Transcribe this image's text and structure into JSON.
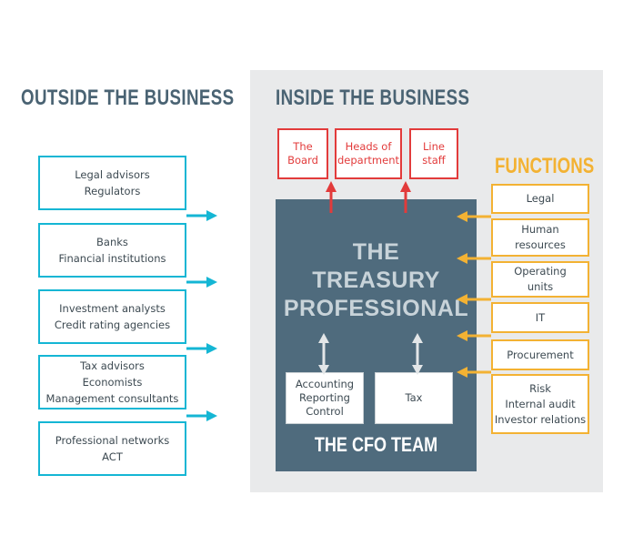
{
  "outside": {
    "heading": "OUTSIDE THE BUSINESS",
    "boxes": [
      {
        "lines": [
          "Legal advisors",
          "Regulators"
        ]
      },
      {
        "lines": [
          "Banks",
          "Financial institutions"
        ]
      },
      {
        "lines": [
          "Investment analysts",
          "Credit rating agencies"
        ]
      },
      {
        "lines": [
          "Tax advisors",
          "Economists",
          "Management consultants"
        ]
      },
      {
        "lines": [
          "Professional networks",
          "ACT"
        ]
      }
    ]
  },
  "inside": {
    "heading": "INSIDE THE BUSINESS",
    "top_boxes": [
      {
        "lines": [
          "The",
          "Board"
        ]
      },
      {
        "lines": [
          "Heads of",
          "department"
        ]
      },
      {
        "lines": [
          "Line",
          "staff"
        ]
      }
    ],
    "treasury_title": [
      "THE",
      "TREASURY",
      "PROFESSIONAL"
    ],
    "accounting": {
      "lines": [
        "Accounting",
        "Reporting",
        "Control"
      ]
    },
    "tax": {
      "lines": [
        "Tax"
      ]
    },
    "cfo_team": "THE CFO TEAM"
  },
  "functions": {
    "heading": "FUNCTIONS",
    "boxes": [
      {
        "lines": [
          "Legal"
        ]
      },
      {
        "lines": [
          "Human",
          "resources"
        ]
      },
      {
        "lines": [
          "Operating",
          "units"
        ]
      },
      {
        "lines": [
          "IT"
        ]
      },
      {
        "lines": [
          "Procurement"
        ]
      },
      {
        "lines": [
          "Risk",
          "Internal audit",
          "Investor relations"
        ]
      }
    ]
  },
  "colors": {
    "outside_accent": "#14b6d4",
    "board_accent": "#e23b3b",
    "functions_accent": "#f3b233",
    "team_fill": "#4f6b7d",
    "heading_text": "#4a6373"
  }
}
